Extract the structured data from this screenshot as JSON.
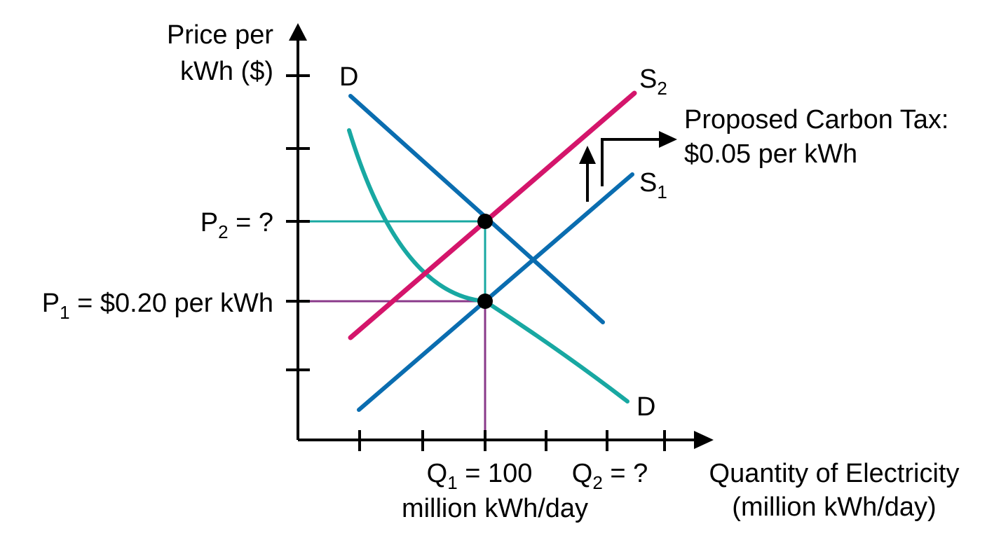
{
  "axes": {
    "y_label_line1": "Price per",
    "y_label_line2": "kWh ($)",
    "x_label_line1": "Quantity of Electricity",
    "x_label_line2": "(million kWh/day)"
  },
  "curves": {
    "demand": {
      "label_top": "D",
      "label_bottom": "D",
      "color_line": "#0a6db0",
      "color_curve": "#18a8a2"
    },
    "supply_1": {
      "label_main": "S",
      "label_sub": "1",
      "color": "#0a6db0"
    },
    "supply_2": {
      "label_main": "S",
      "label_sub": "2",
      "color": "#d4156b"
    }
  },
  "tax": {
    "line1": "Proposed Carbon Tax:",
    "line2": "$0.05 per kWh"
  },
  "prices": {
    "p2_main": "P",
    "p2_sub": "2",
    "p2_rest": " = ?",
    "p2_color": "#18a8a2",
    "p1_main": "P",
    "p1_sub": "1",
    "p1_rest": " = $0.20 per kWh",
    "p1_color": "#8a3a8a"
  },
  "quantities": {
    "q1_main": "Q",
    "q1_sub": "1",
    "q1_rest": " = 100",
    "q1_line2": "million kWh/day",
    "q2_main": "Q",
    "q2_sub": "2",
    "q2_rest": " = ?"
  }
}
